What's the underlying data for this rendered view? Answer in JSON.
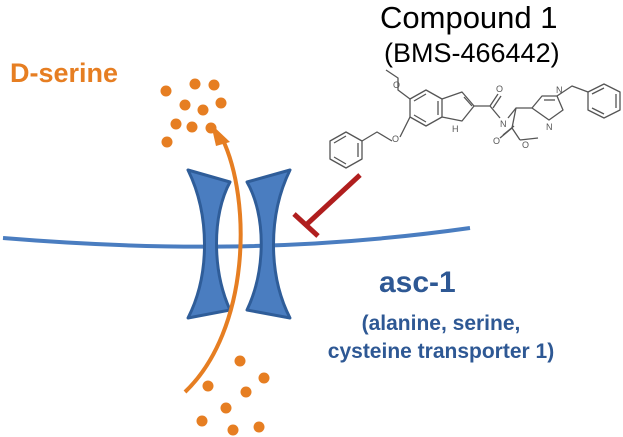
{
  "compound": {
    "title": "Compound 1",
    "code": "(BMS-466442)"
  },
  "substrate": {
    "label": "D-serine"
  },
  "transporter": {
    "name": "asc-1",
    "full_name": "(alanine, serine, cysteine transporter 1)"
  },
  "structure_labels": {
    "nh_indole": "H",
    "nh_amide": "N",
    "n_imidazole_1": "N",
    "n_imidazole_2": "N",
    "o_methoxy": "O",
    "o_benzyloxy": "O",
    "o_amide": "O",
    "o_ester_carbonyl": "O",
    "o_ester": "O"
  },
  "colors": {
    "orange": "#E67E22",
    "blue": "#2E5894",
    "transporter_fill": "#4A7DC0",
    "transporter_stroke": "#2F5D99",
    "inhibitor": "#B01E1E",
    "structure": "#555555"
  }
}
